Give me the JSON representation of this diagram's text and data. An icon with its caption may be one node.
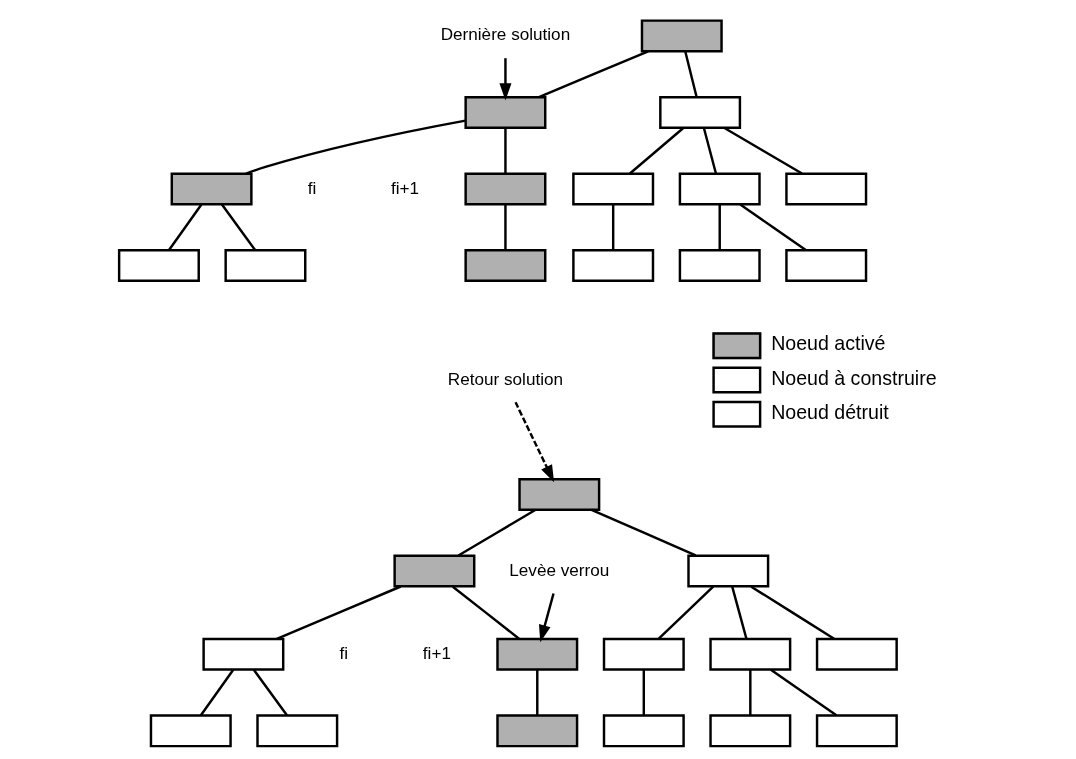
{
  "diagram": {
    "nodes": [
      {
        "text": [],
        "shape": "box"
      },
      {
        "text": [],
        "shape": "box"
      },
      {
        "text": [],
        "shape": "box"
      },
      {
        "text": [],
        "shape": "box"
      },
      {
        "text": [],
        "shape": "box"
      },
      {
        "text": [],
        "shape": "box"
      },
      {
        "text": [],
        "shape": "box"
      },
      {
        "text": [],
        "shape": "box"
      },
      {
        "text": [],
        "shape": "box"
      },
      {
        "text": [],
        "shape": "box"
      },
      {
        "text": [],
        "shape": "box"
      },
      {
        "text": [],
        "shape": "box"
      },
      {
        "text": [],
        "shape": "box"
      },
      {
        "text": [],
        "shape": "box"
      },
      {
        "text": [
          "Dernière solution"
        ]
      },
      {
        "text": [],
        "shape": "box"
      },
      {
        "text": [],
        "shape": "box"
      },
      {
        "text": [],
        "shape": "box"
      },
      {
        "text": [],
        "shape": "box"
      },
      {
        "text": [],
        "shape": "box"
      },
      {
        "text": [],
        "shape": "box"
      },
      {
        "text": [],
        "shape": "box"
      },
      {
        "text": [],
        "shape": "box"
      },
      {
        "text": [],
        "shape": "box"
      },
      {
        "text": [],
        "shape": "box"
      },
      {
        "text": [],
        "shape": "box"
      },
      {
        "text": [],
        "shape": "box"
      },
      {
        "text": [],
        "shape": "box"
      },
      {
        "text": [],
        "shape": "box"
      },
      {
        "text": [
          "Retour solution"
        ]
      },
      {
        "text": [
          "Levèe verrou"
        ]
      }
    ],
    "edges": [
      {
        "from": 0,
        "to": 1,
        "arrow": "none"
      },
      {
        "from": 0,
        "to": 2,
        "arrow": "none"
      },
      {
        "from": 1,
        "to": 3,
        "arrow": "none"
      },
      {
        "from": 1,
        "to": 4,
        "arrow": "none"
      },
      {
        "from": 2,
        "to": 5,
        "arrow": "none"
      },
      {
        "from": 2,
        "to": 6,
        "arrow": "none"
      },
      {
        "from": 2,
        "to": 7,
        "arrow": "none"
      },
      {
        "from": 3,
        "to": 8,
        "arrow": "none"
      },
      {
        "from": 3,
        "to": 9,
        "arrow": "none"
      },
      {
        "from": 4,
        "to": 10,
        "arrow": "none"
      },
      {
        "from": 5,
        "to": 11,
        "arrow": "none"
      },
      {
        "from": 6,
        "to": 12,
        "arrow": "none"
      },
      {
        "from": 6,
        "to": 13,
        "arrow": "none"
      },
      {
        "from": 14,
        "to": 1,
        "arrow": "to"
      },
      {
        "from": 15,
        "to": 16,
        "arrow": "none"
      },
      {
        "from": 15,
        "to": 17,
        "arrow": "none"
      },
      {
        "from": 16,
        "to": 18,
        "arrow": "none"
      },
      {
        "from": 16,
        "to": 19,
        "arrow": "none"
      },
      {
        "from": 17,
        "to": 20,
        "arrow": "none"
      },
      {
        "from": 17,
        "to": 21,
        "arrow": "none"
      },
      {
        "from": 17,
        "to": 22,
        "arrow": "none"
      },
      {
        "from": 18,
        "to": 23,
        "arrow": "none"
      },
      {
        "from": 18,
        "to": 24,
        "arrow": "none"
      },
      {
        "from": 19,
        "to": 25,
        "arrow": "none"
      },
      {
        "from": 20,
        "to": 26,
        "arrow": "none"
      },
      {
        "from": 21,
        "to": 27,
        "arrow": "none"
      },
      {
        "from": 21,
        "to": 28,
        "arrow": "none"
      },
      {
        "from": 29,
        "to": 15,
        "arrow": "to",
        "style": "dashed"
      },
      {
        "from": 30,
        "to": 19,
        "arrow": "to"
      }
    ],
    "labels": [
      "fi",
      "fi+1",
      "fi",
      "fi+1"
    ],
    "legend": [
      {
        "text": "Noeud activé"
      },
      {
        "text": "Noeud à construire"
      },
      {
        "text": "Noeud détruit"
      }
    ]
  }
}
